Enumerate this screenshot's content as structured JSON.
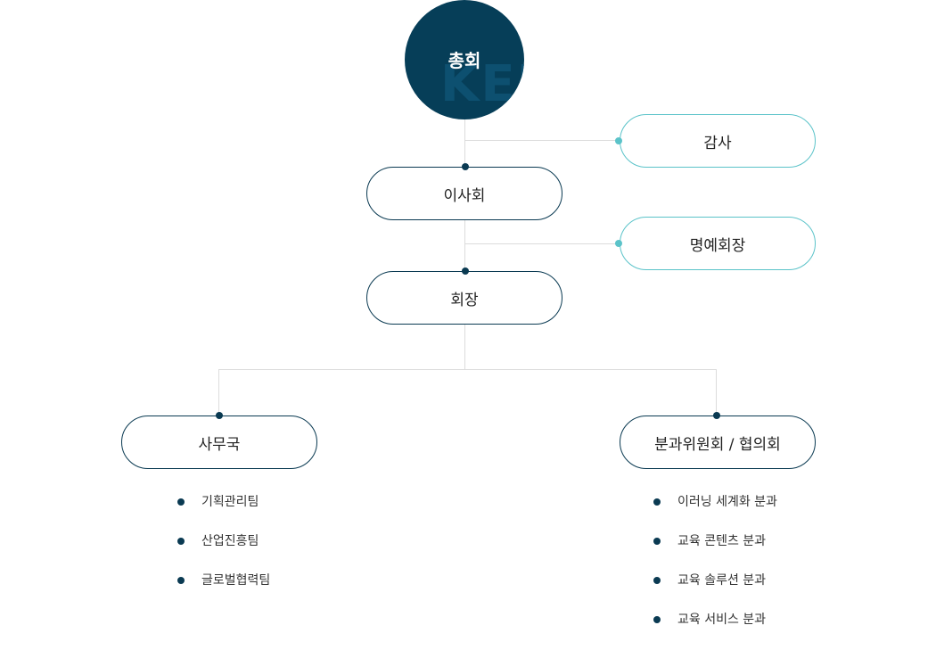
{
  "top": {
    "label": "총회",
    "watermark": "KEI"
  },
  "nodes": {
    "audit": "감사",
    "board": "이사회",
    "honorary_chair": "명예회장",
    "chair": "회장",
    "secretariat": "사무국",
    "subcommittees": "분과위원회 / 협의회"
  },
  "secretariat_teams": [
    "기획관리팀",
    "산업진흥팀",
    "글로벌협력팀"
  ],
  "subcommittee_items": [
    "이러닝 세계화 분과",
    "교육 콘텐츠 분과",
    "교육 솔루션 분과",
    "교육 서비스 분과"
  ],
  "colors": {
    "primary": "#063e58",
    "accent": "#5bc3c9",
    "line": "#dcdcdc"
  }
}
